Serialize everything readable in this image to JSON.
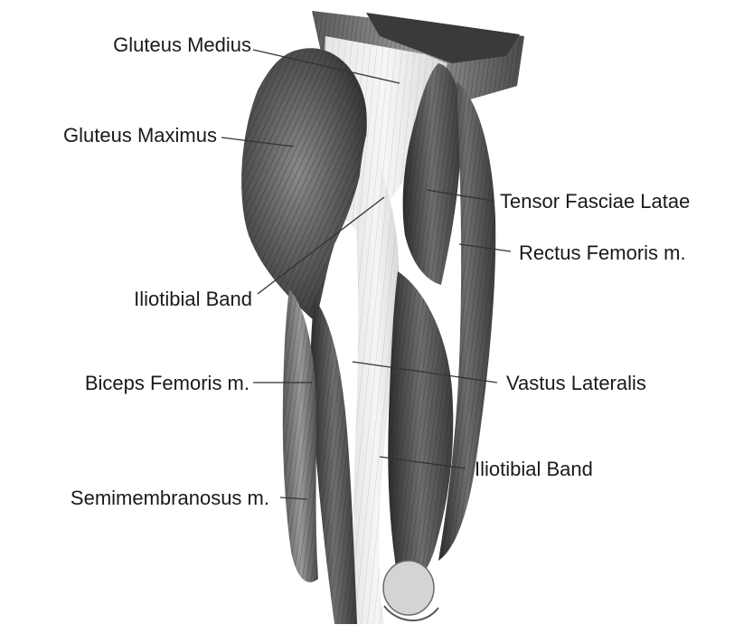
{
  "labels": {
    "gluteus_medius": "Gluteus Medius",
    "gluteus_maximus": "Gluteus Maximus",
    "tensor_fasciae_latae": "Tensor Fasciae Latae",
    "rectus_femoris": "Rectus Femoris m.",
    "iliotibial_band_upper": "Iliotibial Band",
    "biceps_femoris": "Biceps Femoris m.",
    "vastus_lateralis": "Vastus Lateralis",
    "iliotibial_band_lower": "Iliotibial Band",
    "semimembranosus": "Semimembranosus m."
  }
}
